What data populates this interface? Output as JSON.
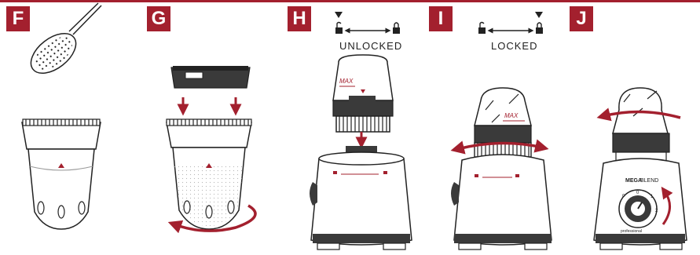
{
  "colors": {
    "accent": "#a3202e",
    "outline": "#222222",
    "dark_part": "#3a3a3a",
    "light_fill": "#ffffff"
  },
  "steps": [
    {
      "letter": "F"
    },
    {
      "letter": "G"
    },
    {
      "letter": "H"
    },
    {
      "letter": "I"
    },
    {
      "letter": "J"
    }
  ],
  "lock_labels": {
    "unlocked": "UNLOCKED",
    "locked": "LOCKED"
  },
  "cup_markings": {
    "max": "MAX"
  },
  "dial_numbers": [
    "0",
    "1",
    "2",
    "P"
  ],
  "branding": {
    "product_bold": "MEGA",
    "product_light": "BLEND",
    "logo_text": "professional"
  },
  "icons": [
    "scoop-icon",
    "arrow-down-icon",
    "rotate-arrow-icon",
    "lock-open-icon",
    "lock-closed-icon",
    "triangle-indicator-icon"
  ]
}
